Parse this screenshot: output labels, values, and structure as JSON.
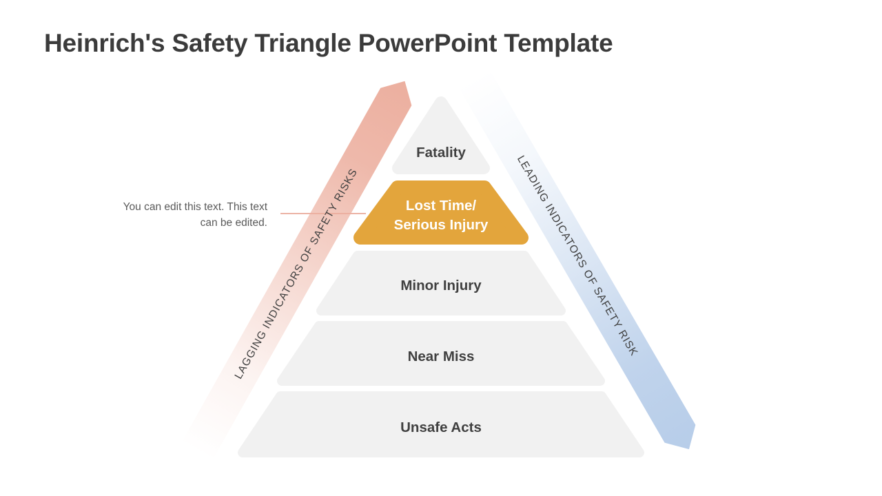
{
  "slide": {
    "title": "Heinrich's Safety Triangle PowerPoint Template",
    "annotation": "You can edit this text. This text can be edited.",
    "background_color": "#ffffff"
  },
  "pyramid": {
    "levels": [
      {
        "label": "Fatality",
        "color": "#f1f1f1",
        "text_color": "#404040"
      },
      {
        "label": "Lost Time/ Serious Injury",
        "line1": "Lost Time/",
        "line2": "Serious Injury",
        "color": "#e3a53c",
        "text_color": "#ffffff"
      },
      {
        "label": "Minor Injury",
        "color": "#f1f1f1",
        "text_color": "#404040"
      },
      {
        "label": "Near Miss",
        "color": "#f1f1f1",
        "text_color": "#404040"
      },
      {
        "label": "Unsafe Acts",
        "color": "#f1f1f1",
        "text_color": "#404040"
      }
    ]
  },
  "banners": {
    "left": {
      "label": "LAGGING INDICATORS OF SAFETY RISKS",
      "color": "#ecaf9f",
      "text_color": "#404040"
    },
    "right": {
      "label": "LEADING INDICATORS OF SAFETY RISK",
      "color": "#b7cde9",
      "text_color": "#404040"
    }
  },
  "callout": {
    "line_color": "#ecb4a6"
  }
}
